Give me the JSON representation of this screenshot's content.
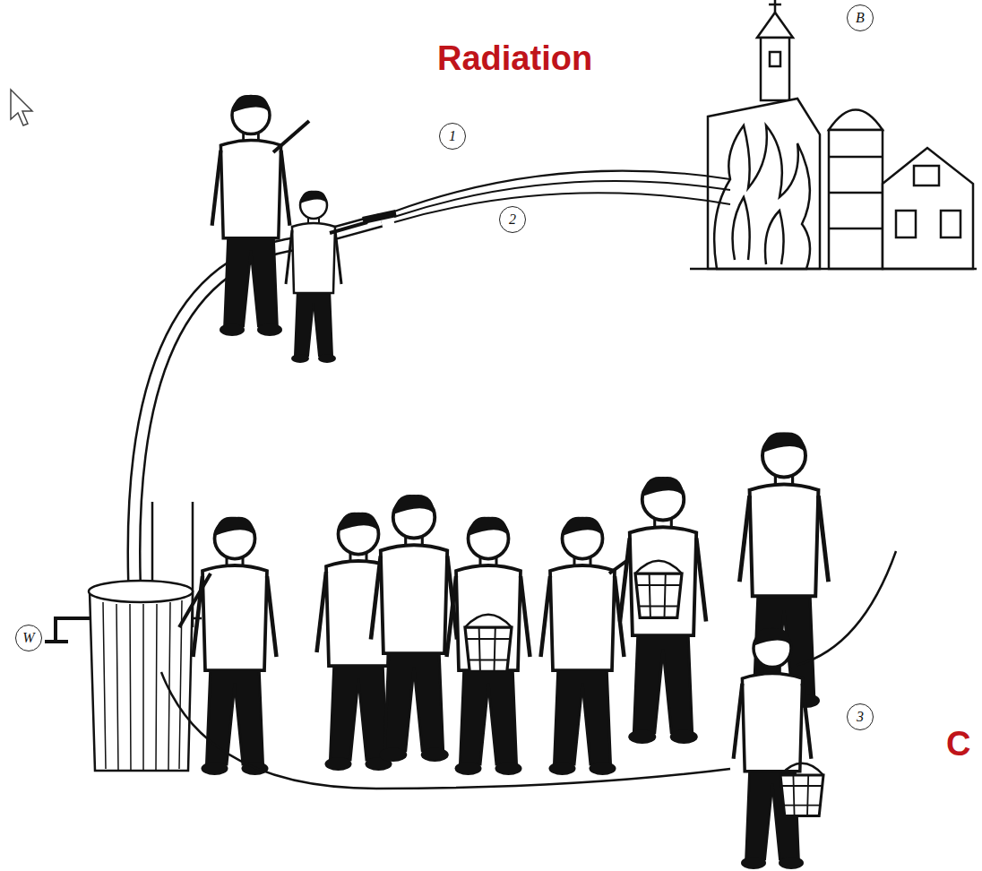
{
  "diagram": {
    "nodes": [
      {
        "text": [
          "B"
        ]
      },
      {
        "text": [
          "1"
        ]
      },
      {
        "text": [
          "2"
        ]
      },
      {
        "text": [
          "W"
        ]
      },
      {
        "text": [
          "3"
        ]
      }
    ],
    "labels": [
      "Radiation",
      "C"
    ]
  }
}
